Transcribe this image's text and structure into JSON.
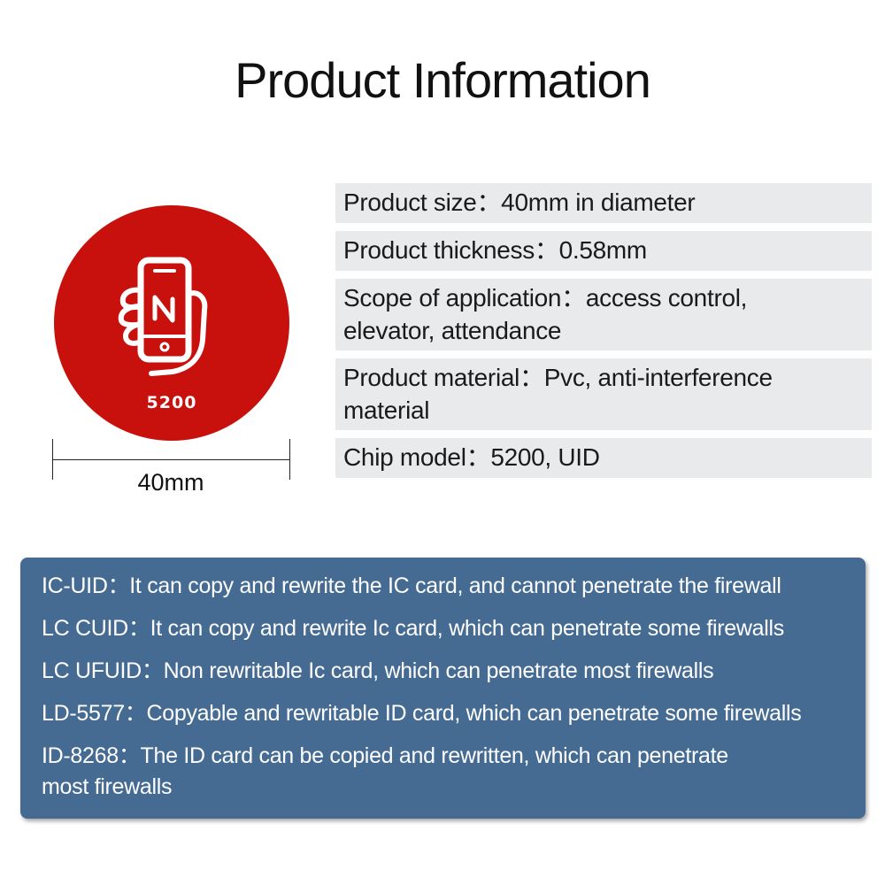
{
  "title": "Product Information",
  "product_image": {
    "disc_label": "5200",
    "icon": "nfc-phone-in-hand-icon",
    "dimension_label": "40mm",
    "disc_color": "#c8100d"
  },
  "specs": [
    {
      "label": "Product size：",
      "value": "40mm in diameter"
    },
    {
      "label": "Product thickness：",
      "value": "0.58mm"
    },
    {
      "label": "Scope of application：",
      "value": "access control,",
      "value_line2": "elevator, attendance"
    },
    {
      "label": "Product material：",
      "value": "Pvc, anti-interference",
      "value_line2": "material"
    },
    {
      "label": "Chip model：",
      "value": "5200, UID"
    }
  ],
  "info_box": {
    "color": "#456b93",
    "items": [
      {
        "key": "IC-UID：",
        "text": "It can copy and rewrite the IC card, and cannot penetrate the firewall"
      },
      {
        "key": "LC CUID：",
        "text": "It can copy and rewrite Ic card, which can penetrate some firewalls"
      },
      {
        "key": "LC UFUID：",
        "text": "Non rewritable Ic card, which can penetrate most firewalls"
      },
      {
        "key": "LD-5577：",
        "text": "Copyable and rewritable ID card, which can penetrate some firewalls"
      },
      {
        "key": "ID-8268：",
        "text": "The ID card can be copied and rewritten, which can penetrate",
        "text_line2": "most firewalls"
      }
    ]
  }
}
